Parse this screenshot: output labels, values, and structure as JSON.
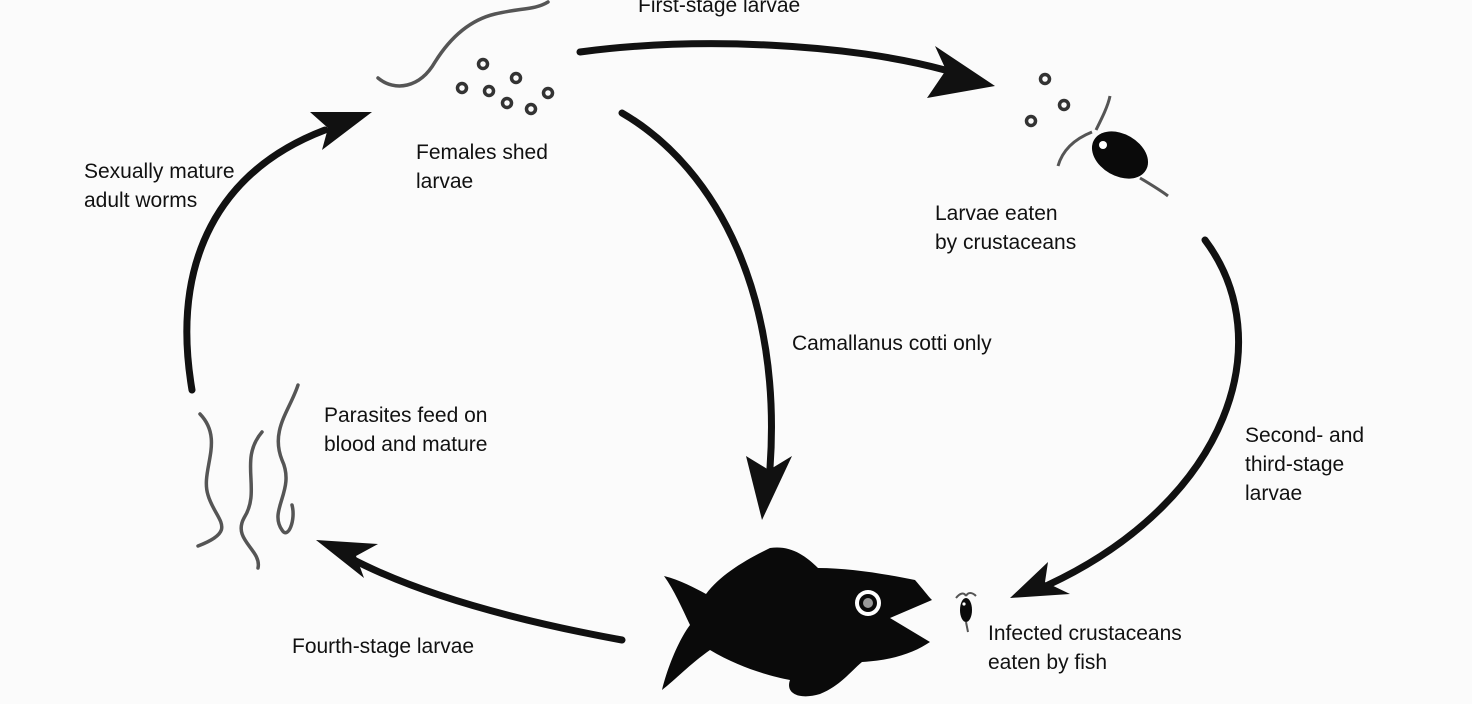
{
  "stages": {
    "first_stage": {
      "label": "First-stage larvae"
    },
    "females_shed": {
      "line1": "Females shed",
      "line2": "larvae"
    },
    "eaten_by_crustaceans": {
      "line1": "Larvae eaten",
      "line2": "by crustaceans"
    },
    "camallanus": {
      "label": "Camallanus cotti only"
    },
    "second_third": {
      "line1": "Second- and",
      "line2": "third-stage",
      "line3": "larvae"
    },
    "infected_crustaceans": {
      "line1": "Infected crustaceans",
      "line2": "eaten by fish"
    },
    "fourth_stage": {
      "label": "Fourth-stage larvae"
    },
    "parasites_feed": {
      "line1": "Parasites feed on",
      "line2": "blood and mature"
    },
    "adult_worms": {
      "line1": "Sexually mature",
      "line2": "adult worms"
    }
  },
  "colors": {
    "arrow": "#111111",
    "worm": "#555555",
    "fish": "#0a0a0a",
    "background": "#fbfbfb"
  },
  "icons": [
    "worm-icon",
    "larvae-dots-icon",
    "copepod-icon",
    "fish-icon",
    "worm-cluster-icon"
  ]
}
